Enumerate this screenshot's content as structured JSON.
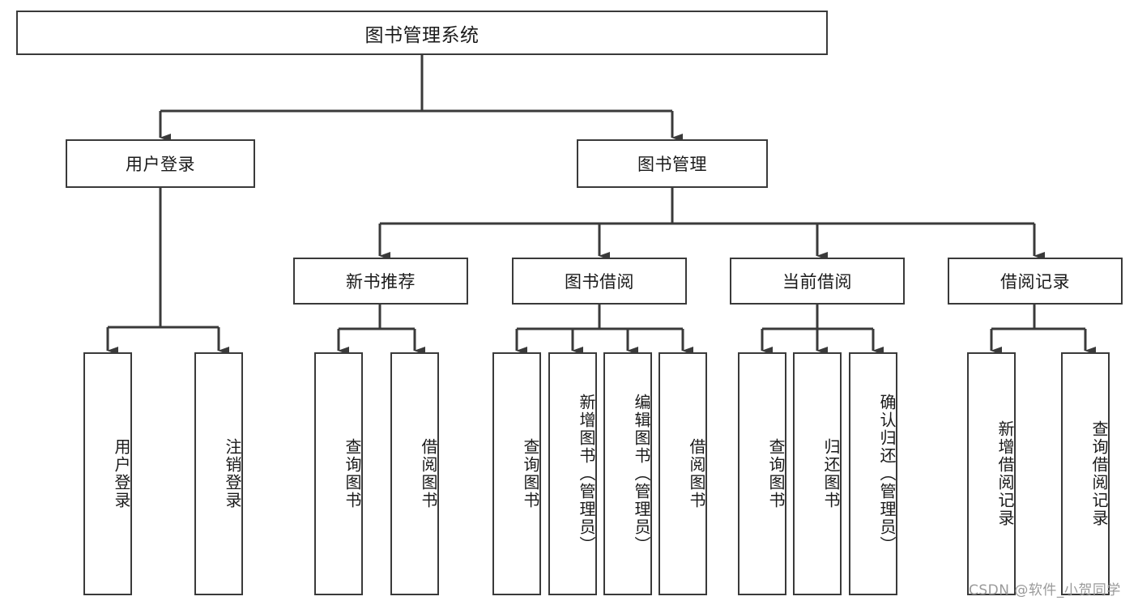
{
  "diagram": {
    "title_node": {
      "label": "图书管理系统"
    },
    "level1": [
      {
        "label": "用户登录"
      },
      {
        "label": "图书管理"
      }
    ],
    "level2": [
      {
        "label": "新书推荐"
      },
      {
        "label": "图书借阅"
      },
      {
        "label": "当前借阅"
      },
      {
        "label": "借阅记录"
      }
    ],
    "leaves": {
      "user_login": [
        {
          "label": "用户登录"
        },
        {
          "label": "注销登录"
        }
      ],
      "new_book_recommend": [
        {
          "label": "查询图书"
        },
        {
          "label": "借阅图书"
        }
      ],
      "book_borrow": [
        {
          "label": "查询图书"
        },
        {
          "label": "新增图书（管理员）"
        },
        {
          "label": "编辑图书（管理员）"
        },
        {
          "label": "借阅图书"
        }
      ],
      "current_borrow": [
        {
          "label": "查询图书"
        },
        {
          "label": "归还图书"
        },
        {
          "label": "确认归还（管理员）"
        }
      ],
      "borrow_record": [
        {
          "label": "新增借阅记录"
        },
        {
          "label": "查询借阅记录"
        }
      ]
    }
  },
  "watermark": {
    "text": "CSDN @软件_小贺同学"
  },
  "colors": {
    "stroke": "#3a3a3a",
    "fill": "#ffffff",
    "text": "#1a1a1a",
    "watermark": "#9a9a9a"
  }
}
